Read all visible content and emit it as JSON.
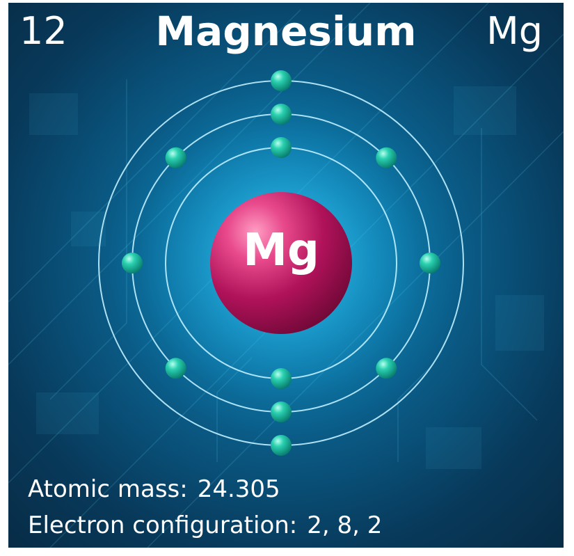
{
  "element": {
    "atomic_number": "12",
    "name": "Magnesium",
    "symbol": "Mg"
  },
  "nucleus": {
    "label": "Mg",
    "color": "#c2185b"
  },
  "shells": [
    {
      "electrons": 2
    },
    {
      "electrons": 8
    },
    {
      "electrons": 2
    }
  ],
  "info": {
    "mass_label": "Atomic mass:",
    "mass_value": "24.305",
    "config_label": "Electron configuration:",
    "config_value": "2, 8, 2"
  },
  "colors": {
    "background": "#0a5b86",
    "orbit": "#bfefff",
    "electron": "#2ad1b0"
  }
}
